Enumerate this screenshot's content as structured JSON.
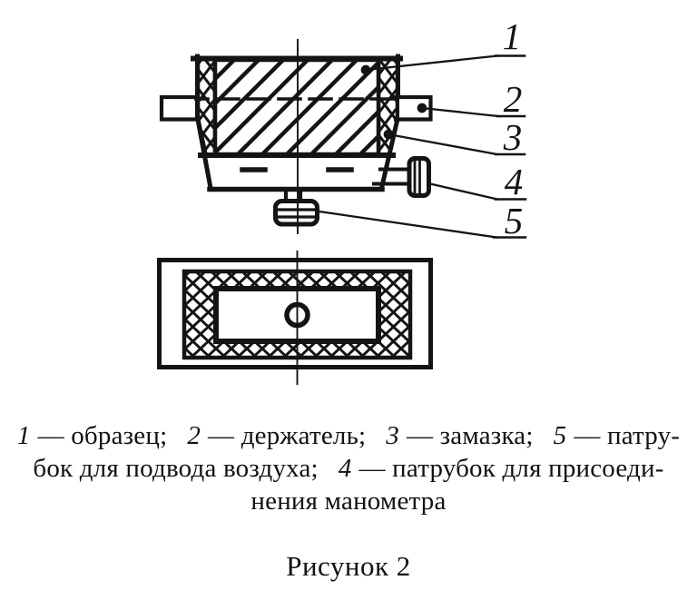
{
  "figure": {
    "callouts": [
      "1",
      "2",
      "3",
      "4",
      "5"
    ],
    "caption": {
      "l1_n1": "1",
      "l1_t1": "— образец;",
      "l1_n2": "2",
      "l1_t2": "— держатель;",
      "l1_n3": "3",
      "l1_t3": "— замазка;",
      "l1_n5": "5",
      "l1_t5": "— патру-",
      "l2_pre": "бок для подвода воздуха;",
      "l2_n4": "4",
      "l2_t4": "— патрубок для присоеди-",
      "l3": "нения манометра"
    },
    "label": "Рисунок 2",
    "ink_color": "#141414",
    "background_color": "#ffffff"
  }
}
